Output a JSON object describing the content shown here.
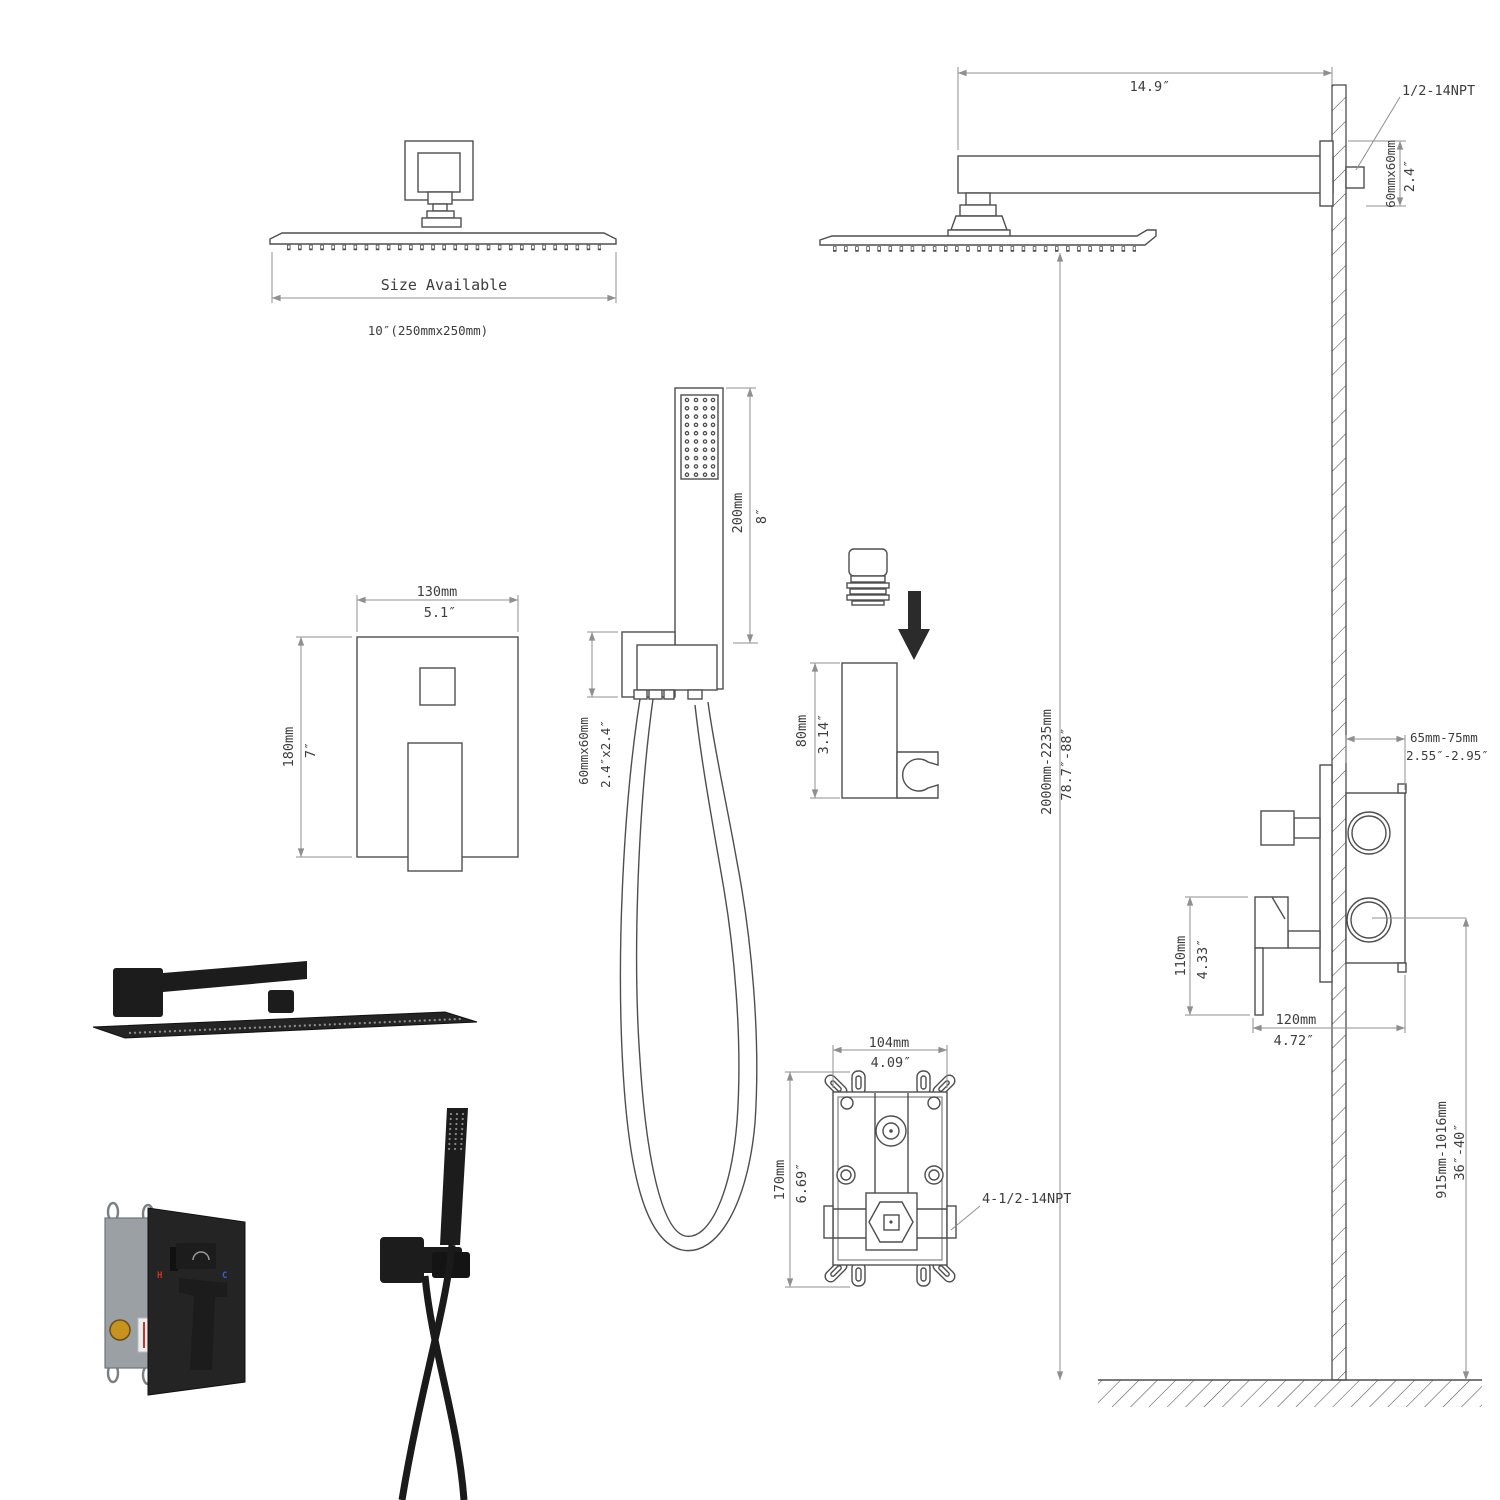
{
  "dims": {
    "size_available": "Size Available",
    "head_size": "10″(250mmx250mm)",
    "arm_length": "14.9″",
    "arm_thread": "1/2-14NPT",
    "flange_mm": "60mmx60mm",
    "flange_in": "2.4″",
    "height_mm": "2000mm-2235mm",
    "height_in": "78.7″-88″",
    "plate_w_mm": "130mm",
    "plate_w_in": "5.1″",
    "plate_h_mm": "180mm",
    "plate_h_in": "7″",
    "wand_mm": "200mm",
    "wand_in": "8″",
    "bracket_mm": "60mmx60mm",
    "bracket_in": "2.4″x2.4″",
    "holder_mm": "80mm",
    "holder_in": "3.14″",
    "valve_w_mm": "104mm",
    "valve_w_in": "4.09″",
    "valve_h_mm": "170mm",
    "valve_h_in": "6.69″",
    "valve_thread": "4-1/2-14NPT",
    "depth_mm": "65mm-75mm",
    "depth_in": "2.55″-2.95″",
    "handle_mm": "110mm",
    "handle_in": "4.33″",
    "spread_mm": "120mm",
    "spread_in": "4.72″",
    "install_h_mm": "915mm-1016mm",
    "install_h_in": "36″-40″"
  },
  "photo": {
    "hot": "H",
    "cold": "C"
  },
  "colors": {
    "object_line": "#4e4e4e",
    "dim_line": "#8f8f8f",
    "text": "#3d3d3d",
    "product_black": "#1c1c1c",
    "hot": "#cc3322",
    "cold": "#3366cc"
  }
}
